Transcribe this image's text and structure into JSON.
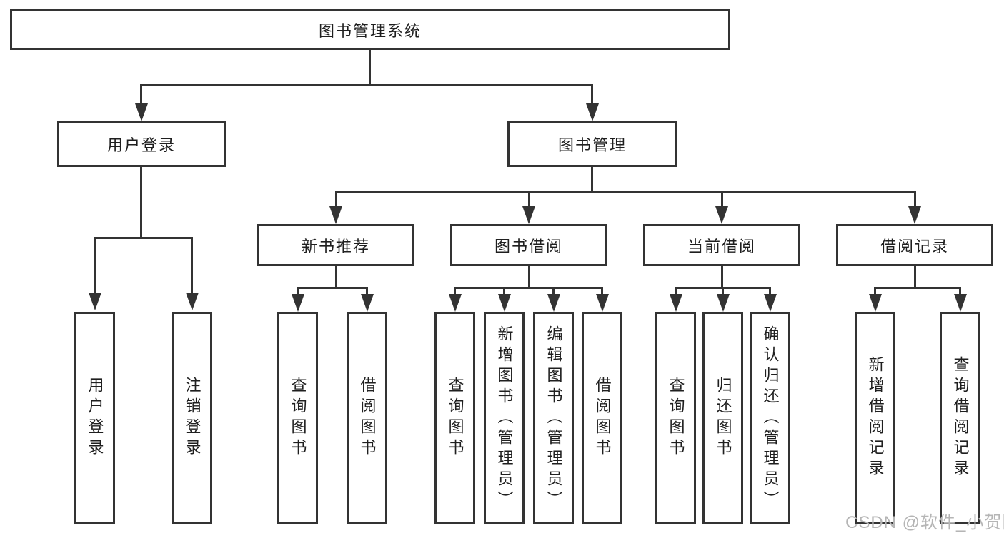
{
  "nodes": {
    "root": "图书管理系统",
    "level2": [
      "用户登录",
      "图书管理"
    ],
    "level3": [
      "新书推荐",
      "图书借阅",
      "当前借阅",
      "借阅记录"
    ],
    "leaves_user_login": [
      "用户登录",
      "注销登录"
    ],
    "leaves_new_book_recommendation": [
      "查询图书",
      "借阅图书"
    ],
    "leaves_book_borrowing": [
      "查询图书",
      "新增图书（管理员）",
      "编辑图书（管理员）",
      "借阅图书"
    ],
    "leaves_current_borrowing": [
      "查询图书",
      "归还图书",
      "确认归还（管理员）"
    ],
    "leaves_borrowing_records": [
      "新增借阅记录",
      "查询借阅记录"
    ]
  },
  "watermark": "CSDN @软件_小贺同学",
  "colors": {
    "line": "#333333",
    "text": "#1f1f1f",
    "watermark": "#b5b5b5",
    "background": "#ffffff"
  }
}
